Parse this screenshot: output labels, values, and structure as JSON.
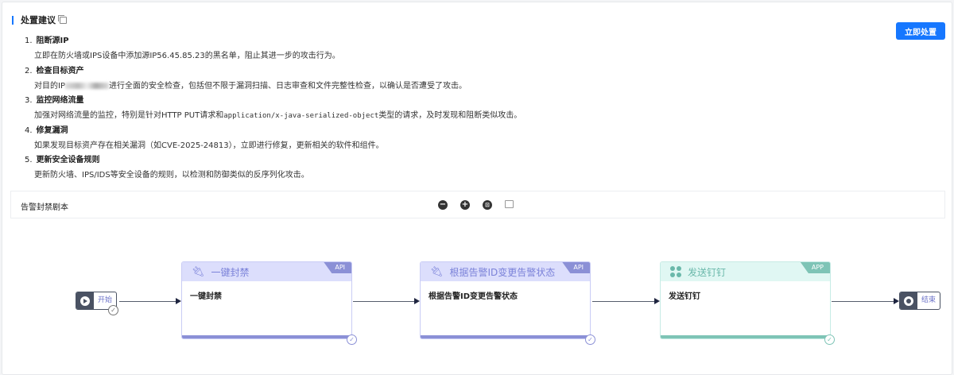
{
  "section": {
    "title": "处置建议",
    "copy_icon": "copy-icon"
  },
  "action_button": "立即处置",
  "suggestions": [
    {
      "num": "1.",
      "title": "阻断源IP",
      "desc": "立即在防火墙或IPS设备中添加源IP56.45.85.23的黑名单，阻止其进一步的攻击行为。"
    },
    {
      "num": "2.",
      "title": "检查目标资产",
      "desc_prefix": "对目的IP",
      "desc_suffix": "进行全面的安全检查，包括但不限于漏洞扫描、日志审查和文件完整性检查，以确认是否遭受了攻击。"
    },
    {
      "num": "3.",
      "title": "监控网络流量",
      "desc_prefix": "加强对网络流量的监控，特别是针对HTTP PUT请求和",
      "desc_code": "application/x-java-serialized-object",
      "desc_suffix": "类型的请求，及时发现和阻断类似攻击。"
    },
    {
      "num": "4.",
      "title": "修复漏洞",
      "desc": "如果发现目标资产存在相关漏洞（如CVE-2025-24813），立即进行修复，更新相关的软件和组件。"
    },
    {
      "num": "5.",
      "title": "更新安全设备规则",
      "desc": "更新防火墙、IPS/IDS等安全设备的规则，以检测和防御类似的反序列化攻击。"
    }
  ],
  "playbook": {
    "label": "告警封禁剧本",
    "tools": [
      "zoom-out-icon",
      "zoom-in-icon",
      "fit-icon",
      "image-icon"
    ]
  },
  "flow": {
    "start": "开始",
    "end": "结束",
    "nodes": [
      {
        "title": "一键封禁",
        "tag": "API",
        "body": "一键封禁",
        "color": "#8b90d6"
      },
      {
        "title": "根据告警ID变更告警状态",
        "tag": "API",
        "body": "根据告警ID变更告警状态",
        "color": "#8b90d6"
      },
      {
        "title": "发送钉钉",
        "tag": "APP",
        "body": "发送钉钉",
        "color": "#7ec4b6"
      }
    ]
  }
}
